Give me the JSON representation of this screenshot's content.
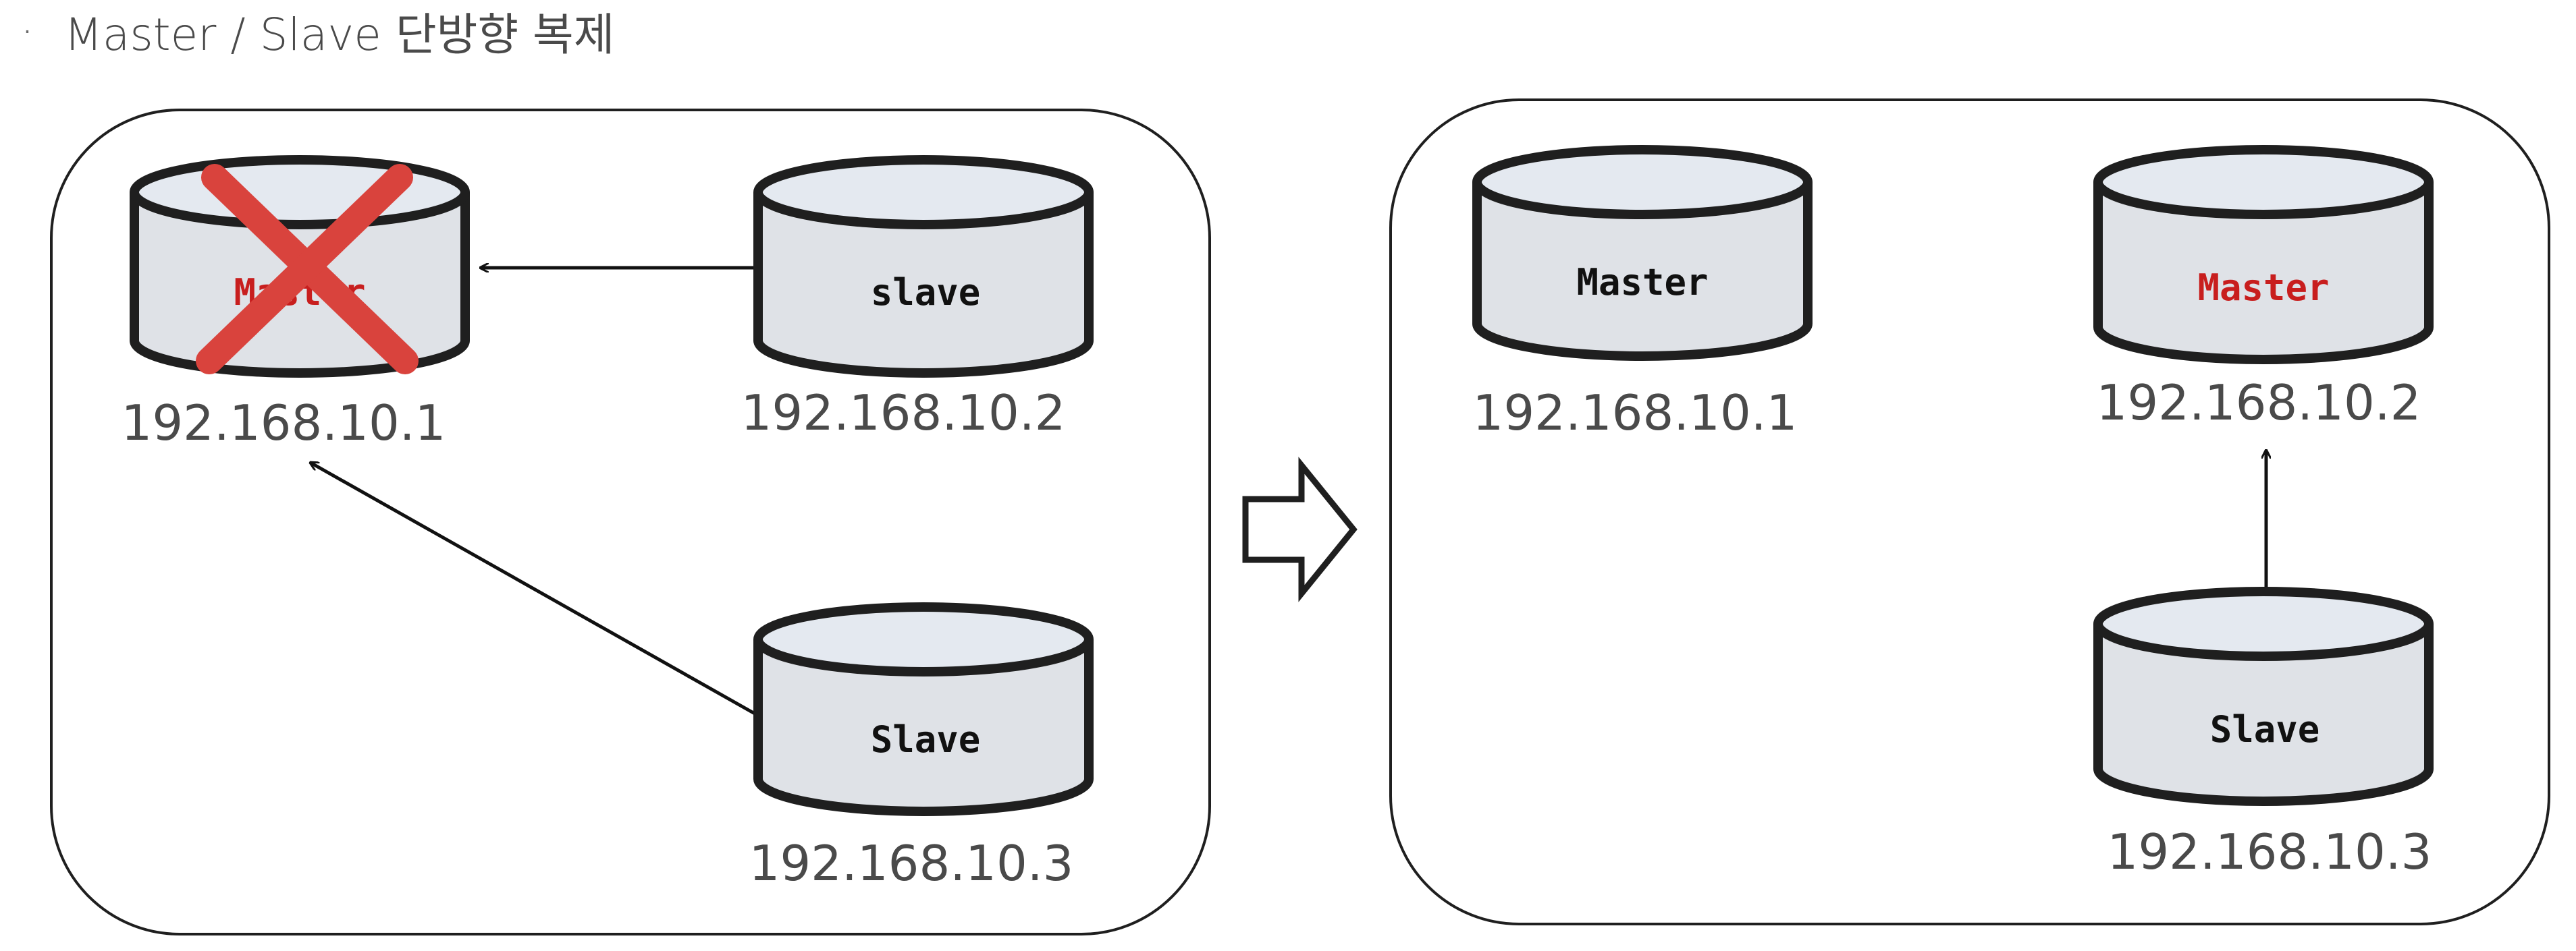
{
  "title": {
    "bullet": "·",
    "text": "Master / Slave 단방향 복제"
  },
  "colors": {
    "label_default": "#111111",
    "label_promoted": "#c81e1e",
    "failure_mark": "#d9433d",
    "db_fill": "#dfe2e7",
    "db_top_fill": "#e4e9f0",
    "db_stroke": "#1f1f1f",
    "panel_stroke": "#1f1f1f"
  },
  "before": {
    "master": {
      "label": "Master",
      "ip": "192.168.10.1",
      "failed": true
    },
    "slave_a": {
      "label": "slave",
      "ip": "192.168.10.2"
    },
    "slave_b": {
      "label": "Slave",
      "ip": "192.168.10.3"
    }
  },
  "transition_icon": "right-arrow-outline-icon",
  "after": {
    "old_master": {
      "label": "Master",
      "ip": "192.168.10.1"
    },
    "new_master": {
      "label": "Master",
      "ip": "192.168.10.2",
      "promoted": true
    },
    "slave": {
      "label": "Slave",
      "ip": "192.168.10.3"
    }
  }
}
